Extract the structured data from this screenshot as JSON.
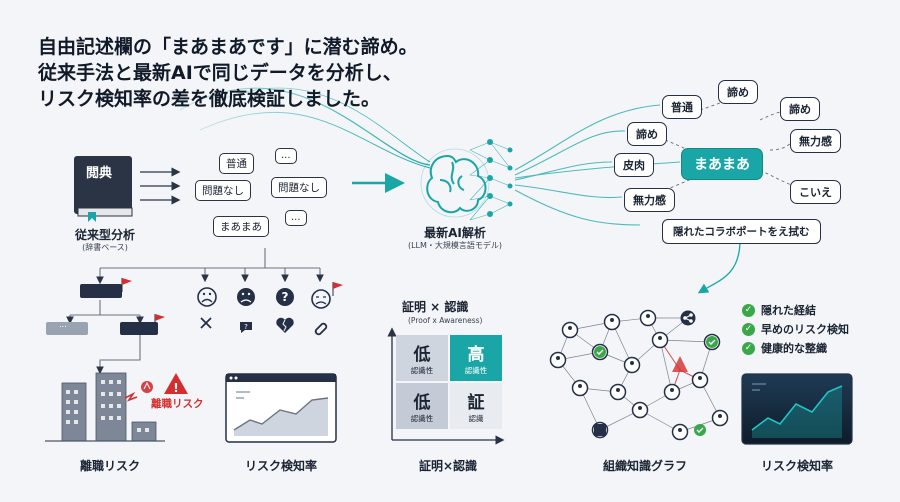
{
  "headline": {
    "line1": "自由記述欄の「まあまあです」に潜む諦め。",
    "line2": "従来手法と最新AIで同じデータを分析し、",
    "line3": "リスク検知率の差を徹底検証しました。"
  },
  "legacy": {
    "book_label": "閲典",
    "caption": "従来型分析",
    "caption_sub": "(辞書ベース)",
    "bubbles": [
      "普通",
      "問題なし",
      "問題なし",
      "まあまあ"
    ],
    "ellipsis": "...",
    "flow_ellipsis": "...",
    "risk_label": "離職リスク",
    "bottom_left_caption": "離職リスク",
    "bottom_mid_caption": "リスク検知率"
  },
  "ai": {
    "caption": "最新AI解析",
    "caption_sub": "(LLM・大規模言語モデル)",
    "bubbles": [
      "普通",
      "諦め",
      "諦め",
      "諦め",
      "皮肉",
      "無力感",
      "無力感",
      "こいえ"
    ],
    "center_bubble": "まあまあ",
    "outcome": "隠れたコラボポートをえ拭む",
    "graph_caption": "組織知識グラフ",
    "chart_caption": "リスク検知率"
  },
  "matrix": {
    "title": "証明 × 認識",
    "subtitle": "(Proof x Awareness)",
    "cells": [
      {
        "big": "低",
        "small": "認識性"
      },
      {
        "big": "高",
        "small": "認識性"
      },
      {
        "big": "低",
        "small": "認識性"
      },
      {
        "big": "証",
        "small": "認識"
      }
    ],
    "caption": "証明×認識"
  },
  "legend": [
    "隠れた経結",
    "早めのリスク検知",
    "健康的な整織"
  ],
  "colors": {
    "teal": "#1aa6a6",
    "navy": "#253047",
    "red": "#d32f2f",
    "green": "#3aa84a"
  },
  "icons": [
    "book-icon",
    "brain-icon",
    "sad-face-icon",
    "question-icon",
    "broken-heart-icon",
    "link-icon",
    "warning-icon",
    "share-icon",
    "check-icon",
    "flag-icon"
  ]
}
